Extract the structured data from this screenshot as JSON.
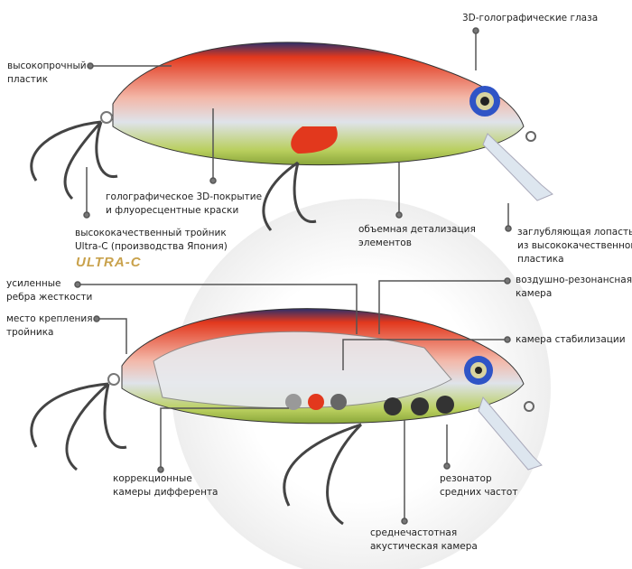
{
  "title": "Fishing lure construction diagram",
  "colors": {
    "body_red": "#e2381d",
    "body_back": "#2c2f6b",
    "belly": "#b9cf5e",
    "logo_gold": "#c9a24c",
    "line": "#555555"
  },
  "labels": {
    "plastic": [
      "высокопрочный",
      "пластик"
    ],
    "eyes": [
      "3D-голографические глаза"
    ],
    "coating": [
      "голографическое 3D-покрытие",
      "и флуоресцентные краски"
    ],
    "hook": [
      "высококачественный тройник",
      "Ultra-C (производства Япония)"
    ],
    "detail": [
      "объемная детализация",
      "элементов"
    ],
    "lip": [
      "заглубляющая лопасть",
      "из высококачественного",
      "пластика"
    ],
    "ribs": [
      "усиленные",
      "ребра жесткости"
    ],
    "hook_mount": [
      "место крепления",
      "тройника"
    ],
    "air_chamber": [
      "воздушно-резонансная",
      "камера"
    ],
    "stab_chamber": [
      "камера стабилизации"
    ],
    "trim_chambers": [
      "коррекционные",
      "камеры дифферента"
    ],
    "resonator": [
      "резонатор",
      "средних частот"
    ],
    "acoustic_chamber": [
      "среднечастотная",
      "акустическая камера"
    ]
  },
  "logo": "ULTRA-C"
}
